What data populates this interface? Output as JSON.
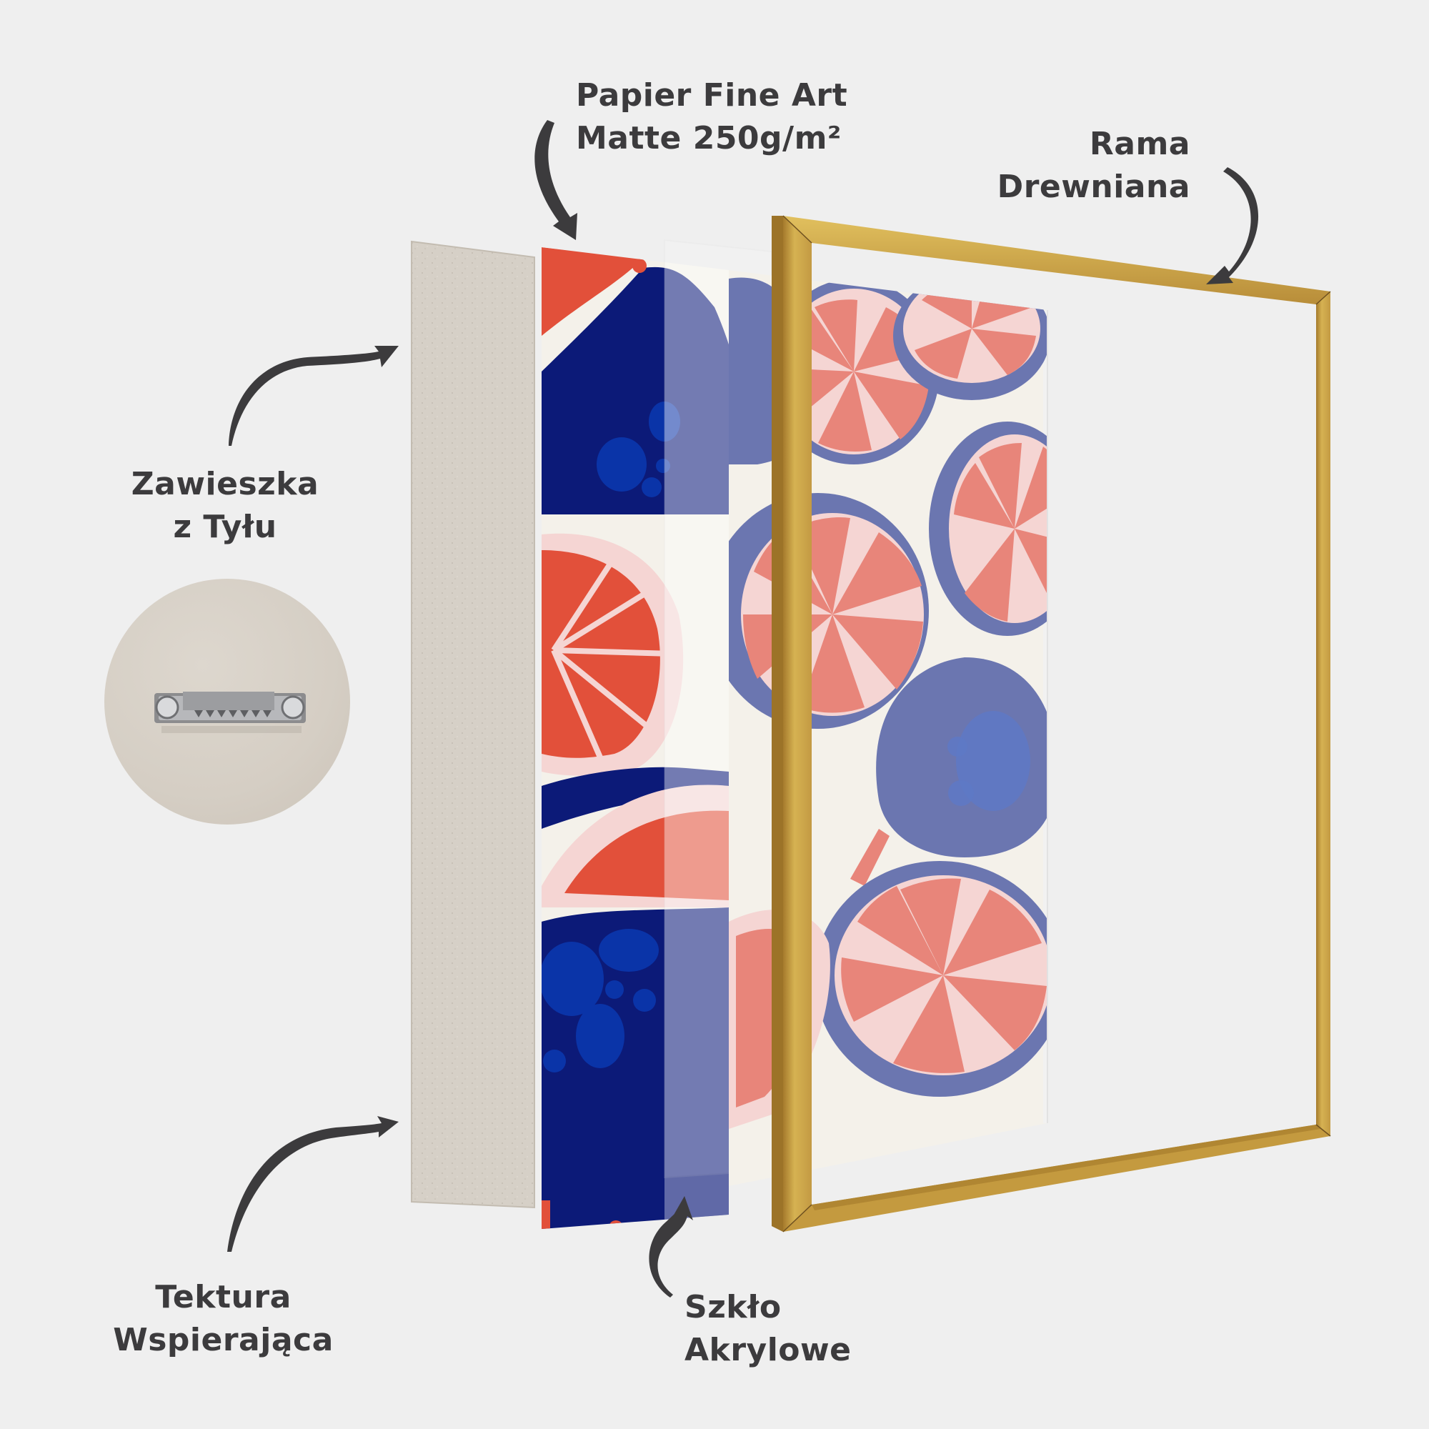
{
  "diagram": {
    "title": "Framed print exploded view",
    "background_color": "#efefef",
    "text_color": "#3c3b3d",
    "layers": [
      {
        "id": "backing",
        "color": "#d6d0c7"
      },
      {
        "id": "print",
        "colors": [
          "#e2503a",
          "#0c1a78",
          "#6b76b0",
          "#e8857a",
          "#f5d5d3",
          "#f4f1ea",
          "#0a34a8"
        ]
      },
      {
        "id": "acrylic",
        "color": "#ffffff"
      },
      {
        "id": "frame",
        "color": "#c9a24a"
      }
    ]
  },
  "labels": {
    "paper": {
      "line1": "Papier Fine Art",
      "line2": "Matte 250g/m²"
    },
    "frame": {
      "line1": "Rama",
      "line2": "Drewniana"
    },
    "hanger": {
      "line1": "Zawieszka",
      "line2": "z Tyłu"
    },
    "backing": {
      "line1": "Tektura",
      "line2": "Wspierająca"
    },
    "glass": {
      "line1": "Szkło",
      "line2": "Akrylowe"
    }
  }
}
